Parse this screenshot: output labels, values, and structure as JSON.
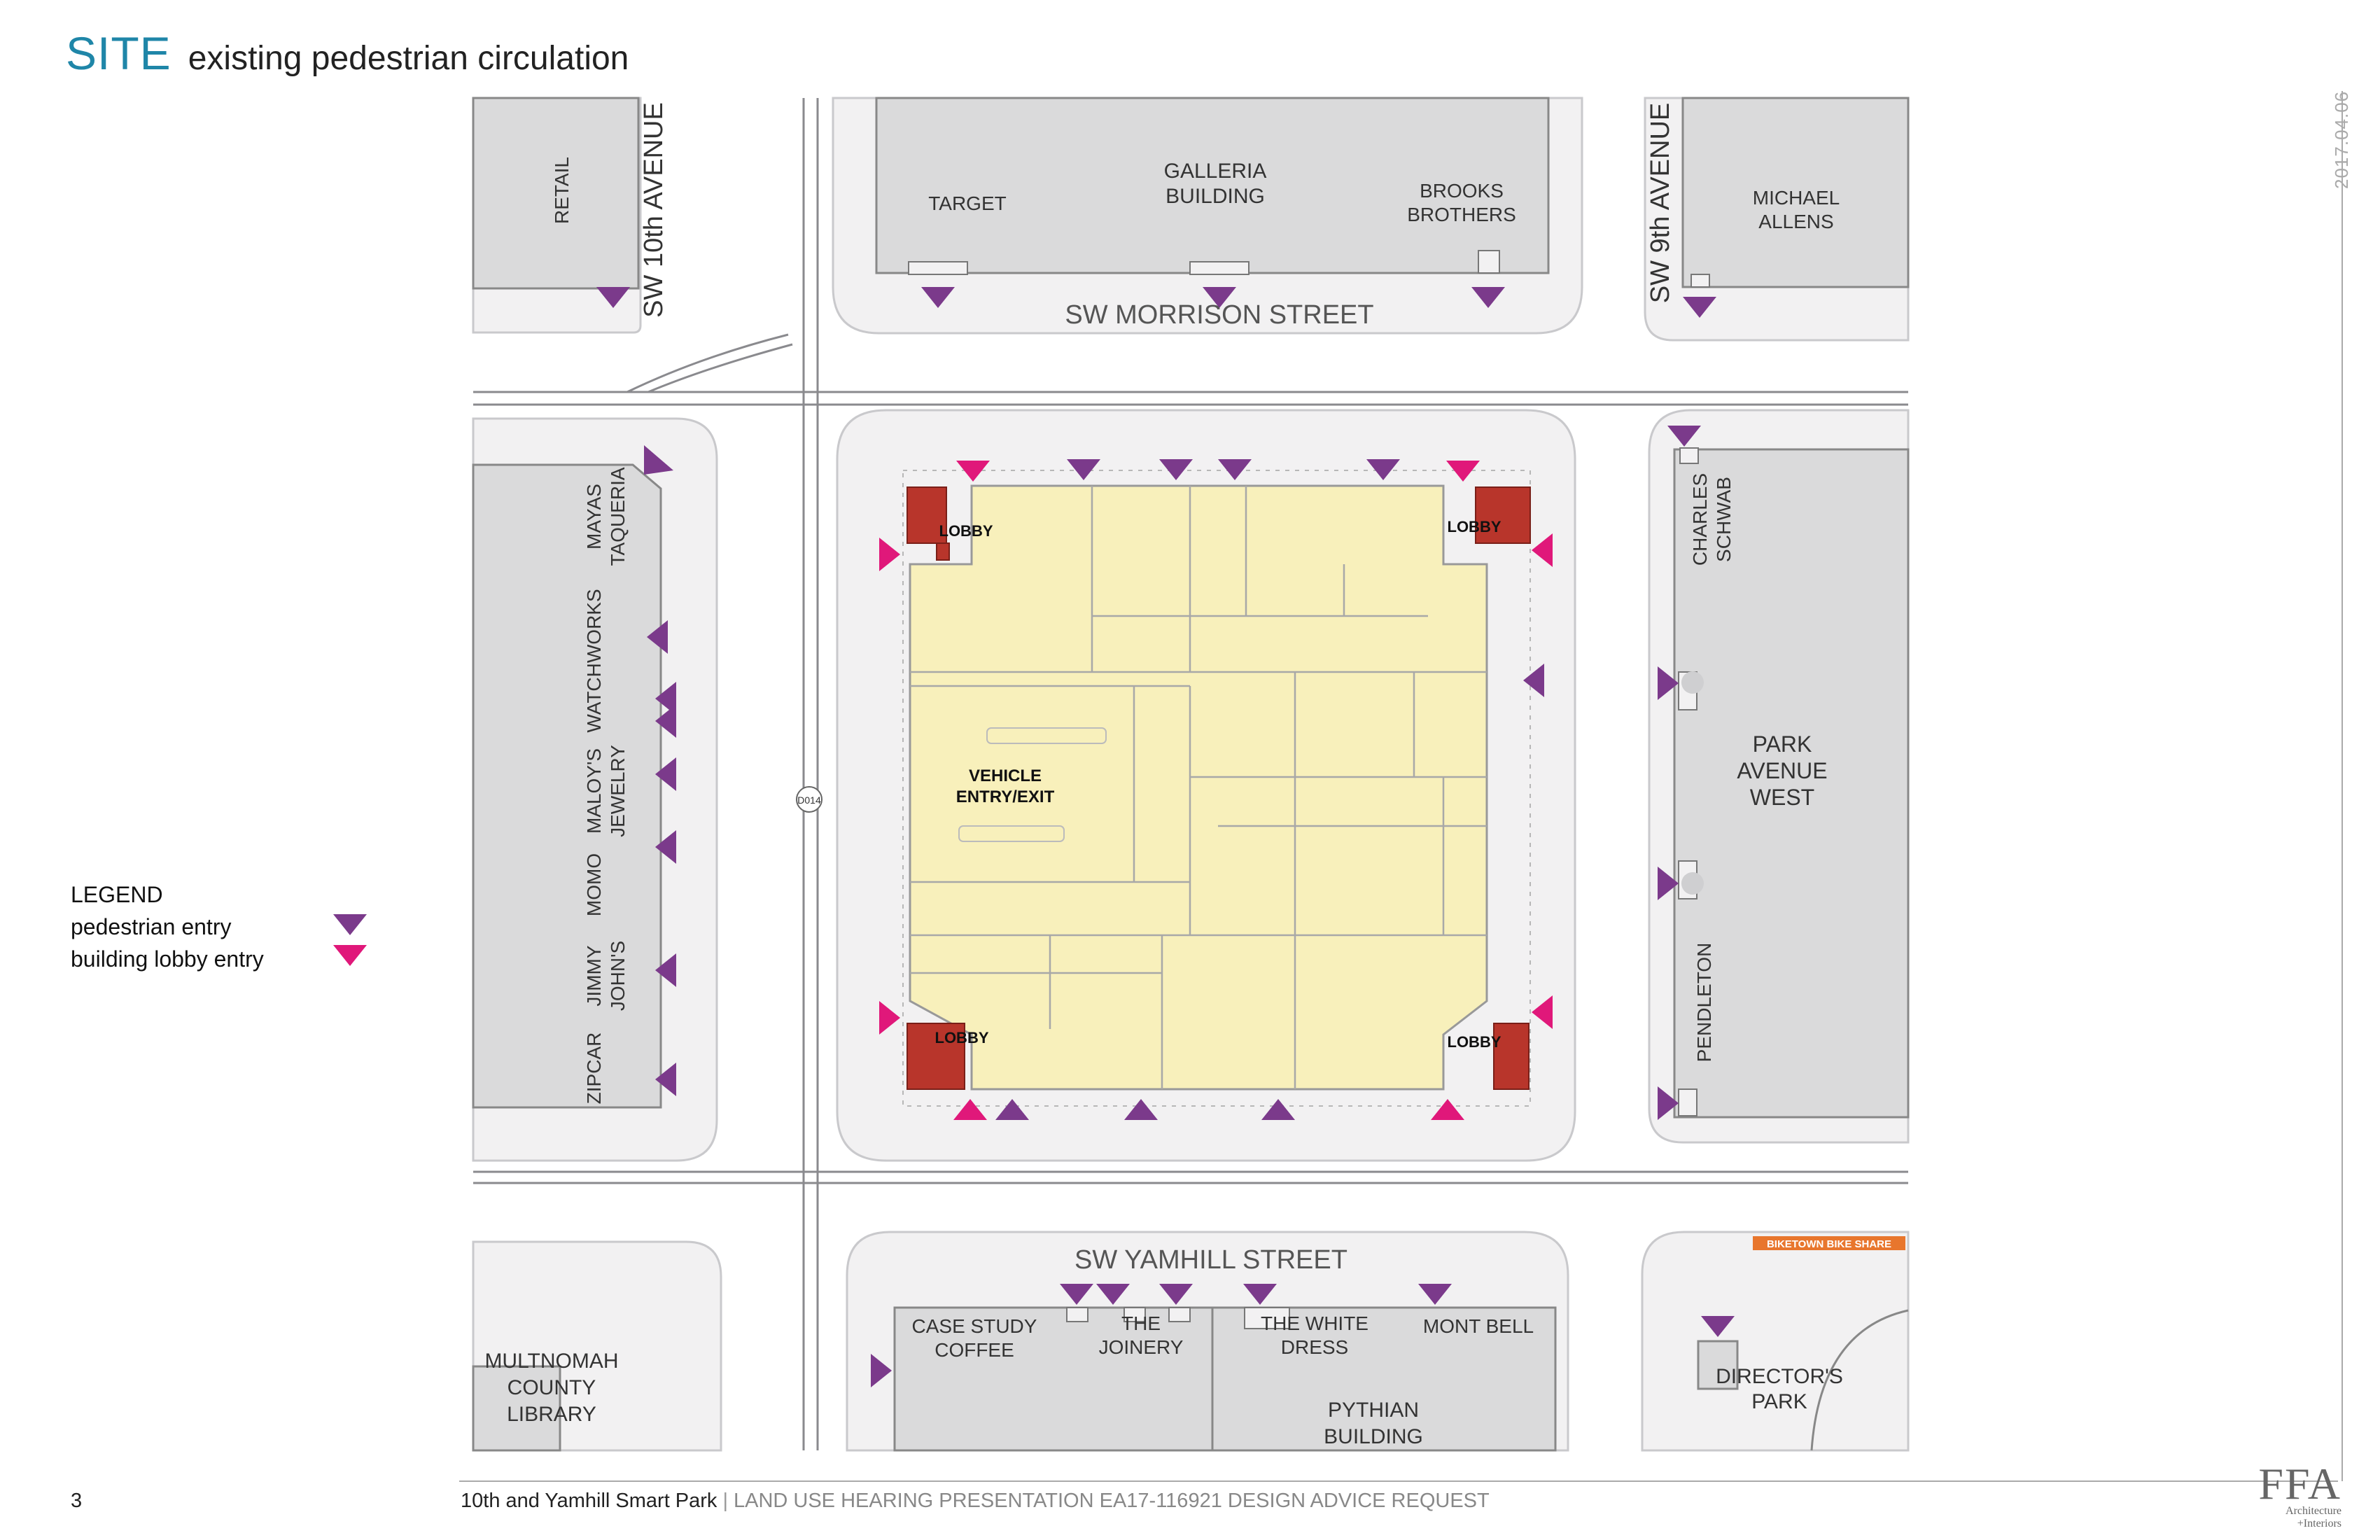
{
  "header": {
    "section": "SITE",
    "subtitle": "existing pedestrian circulation"
  },
  "date": "2017.04.06",
  "streets": {
    "w10": "SW 10th AVENUE",
    "w9": "SW 9th AVENUE",
    "morrison": "SW MORRISON STREET",
    "yamhill": "SW YAMHILL STREET"
  },
  "buildings": {
    "retail": "RETAIL",
    "target": "TARGET",
    "galleria_1": "GALLERIA",
    "galleria_2": "BUILDING",
    "brooks_1": "BROOKS",
    "brooks_2": "BROTHERS",
    "michael_1": "MICHAEL",
    "michael_2": "ALLENS",
    "schwab_1": "CHARLES",
    "schwab_2": "SCHWAB",
    "park_1": "PARK",
    "park_2": "AVENUE",
    "park_3": "WEST",
    "pendleton": "PENDLETON",
    "mayas_1": "MAYAS",
    "mayas_2": "TAQUERIA",
    "watchworks": "WATCHWORKS",
    "maloys_1": "MALOY'S",
    "maloys_2": "JEWELRY",
    "momo": "MOMO",
    "jimmy_1": "JIMMY",
    "jimmy_2": "JOHN'S",
    "zipcar": "ZIPCAR",
    "library_1": "MULTNOMAH",
    "library_2": "COUNTY",
    "library_3": "LIBRARY",
    "case_1": "CASE STUDY",
    "case_2": "COFFEE",
    "joinery_1": "THE",
    "joinery_2": "JOINERY",
    "white_1": "THE WHITE",
    "white_2": "DRESS",
    "montbell": "MONT BELL",
    "pythian_1": "PYTHIAN",
    "pythian_2": "BUILDING",
    "directors_1": "DIRECTOR'S",
    "directors_2": "PARK",
    "biketown": "BIKETOWN BIKE SHARE"
  },
  "site": {
    "lobby": "LOBBY",
    "vehicle_1": "VEHICLE",
    "vehicle_2": "ENTRY/EXIT",
    "tag": "D014"
  },
  "legend": {
    "title": "LEGEND",
    "pedestrian": "pedestrian entry",
    "lobby": "building lobby entry"
  },
  "colors": {
    "pedestrian": "#7b3a8b",
    "lobby": "#e0187a",
    "floor": "#f8f0bb",
    "lobby_room": "#b8352b",
    "building": "#dadadb",
    "sidewalk": "#f2f1f2",
    "accent": "#1f86a8",
    "biketown": "#e8762d"
  },
  "footer": {
    "page": "3",
    "project": "10th and Yamhill Smart Park",
    "separator": "|",
    "request": "LAND USE HEARING PRESENTATION EA17-116921 DESIGN ADVICE REQUEST"
  },
  "logo": {
    "mark": "FFA",
    "tag_1": "Architecture",
    "tag_2": "+Interiors"
  }
}
